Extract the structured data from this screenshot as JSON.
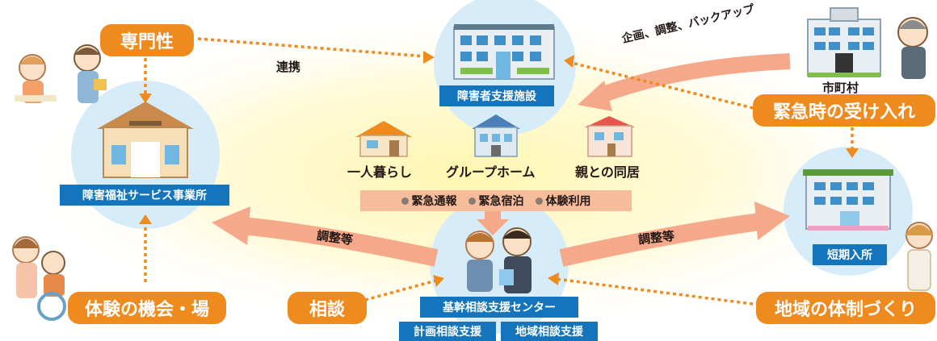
{
  "nodes": {
    "expertise": "専門性",
    "cooperation": "連携",
    "disability_support_facility": "障害者支援施設",
    "planning_label": "企画、調整、バックアップ",
    "municipality": "市町村",
    "emergency_acceptance": "緊急時の受け入れ",
    "welfare_service_office": "障害福祉サービス事業所",
    "living_alone": "一人暮らし",
    "group_home": "グループホーム",
    "living_with_parents": "親との同居",
    "short_term_stay": "短期入所",
    "adjust_left": "調整等",
    "adjust_right": "調整等",
    "experience_opportunity": "体験の機会・場",
    "consultation": "相談",
    "core_consultation_center": "基幹相談支援センター",
    "plan_consultation": "計画相談支援",
    "regional_consultation": "地域相談支援",
    "community_system": "地域の体制づくり"
  },
  "services": [
    "緊急通報",
    "緊急宿泊",
    "体験利用"
  ],
  "colors": {
    "orange": "#ef8a1f",
    "salmon_arrow": "#f6a98a",
    "blue": "#1474bc",
    "light_blue": "#d6ecf8",
    "yellow_glow": "#fff3a8"
  }
}
